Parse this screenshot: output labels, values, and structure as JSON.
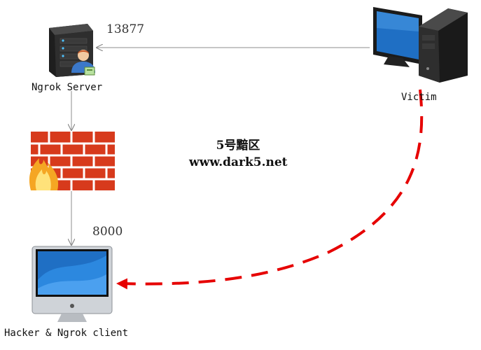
{
  "nodes": {
    "server": {
      "label": "Ngrok  Server"
    },
    "victim": {
      "label": "Victim"
    },
    "hacker": {
      "label": "Hacker & Ngrok client"
    }
  },
  "ports": {
    "server_port": "13877",
    "client_port": "8000"
  },
  "watermark": {
    "line1": "5号黯区",
    "line2": "www.dark5.net"
  },
  "colors": {
    "arrow": "#8c8c8c",
    "dashed_path": "#e60000",
    "firewall_brick": "#d73a1c",
    "mortar": "#ffffff",
    "screen_blue": "#1f6fc4",
    "server_body": "#2b2b2b"
  }
}
